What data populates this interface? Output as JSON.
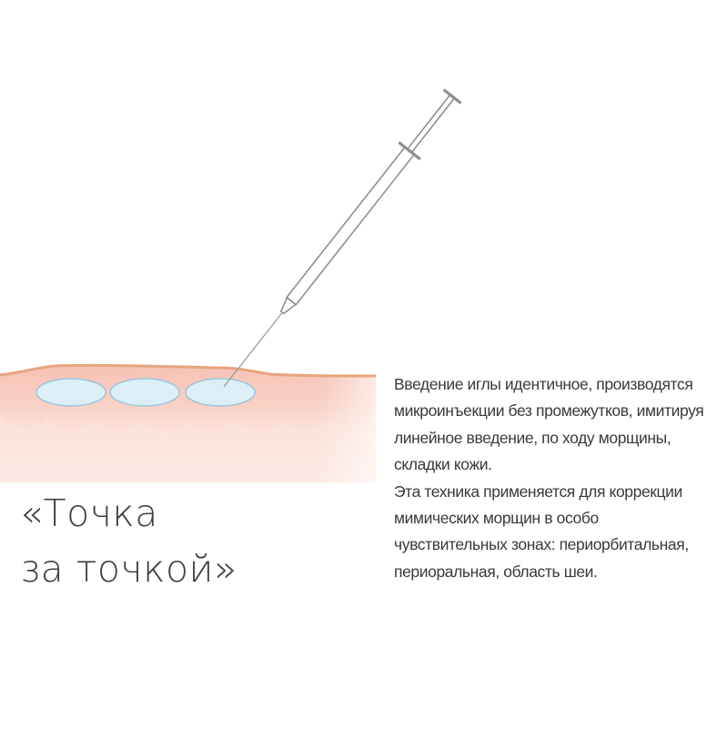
{
  "title": {
    "line1": "«Точка",
    "line2": "за точкой»"
  },
  "description": {
    "paragraph1": "Введение иглы идентичное, производятся микроинъекции без промежутков, имитируя линейное введение, по ходу морщины, складки кожи.",
    "paragraph2": "Эта техника применяется для коррекции мимических морщин в особо чувствительных зонах: периорбитальная, периоральная, область шеи."
  },
  "colors": {
    "skin_surface": "#f4b79e",
    "skin_outline": "#e7a47f",
    "injection_bead_fill": "#dceff7",
    "injection_bead_stroke": "#9cc6dc",
    "syringe_stroke": "#8f8f8f",
    "text": "#3a3a3a"
  },
  "icons": {
    "syringe": "syringe-icon",
    "injection_beads": "filler-bead-icon"
  }
}
